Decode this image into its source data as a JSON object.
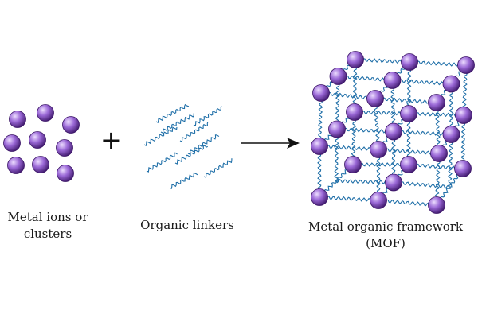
{
  "labels": {
    "metal_line1": "Metal ions or",
    "metal_line2": "clusters",
    "linkers": "Organic linkers",
    "mof_line1": "Metal organic framework",
    "mof_line2": "(MOF)"
  },
  "symbols": {
    "plus": "+"
  },
  "colors": {
    "sphere_light": "#ecdcff",
    "sphere_mid": "#9a68d6",
    "sphere_dark": "#3a1466",
    "linker": "#1f6fa8",
    "arrow": "#111111"
  }
}
